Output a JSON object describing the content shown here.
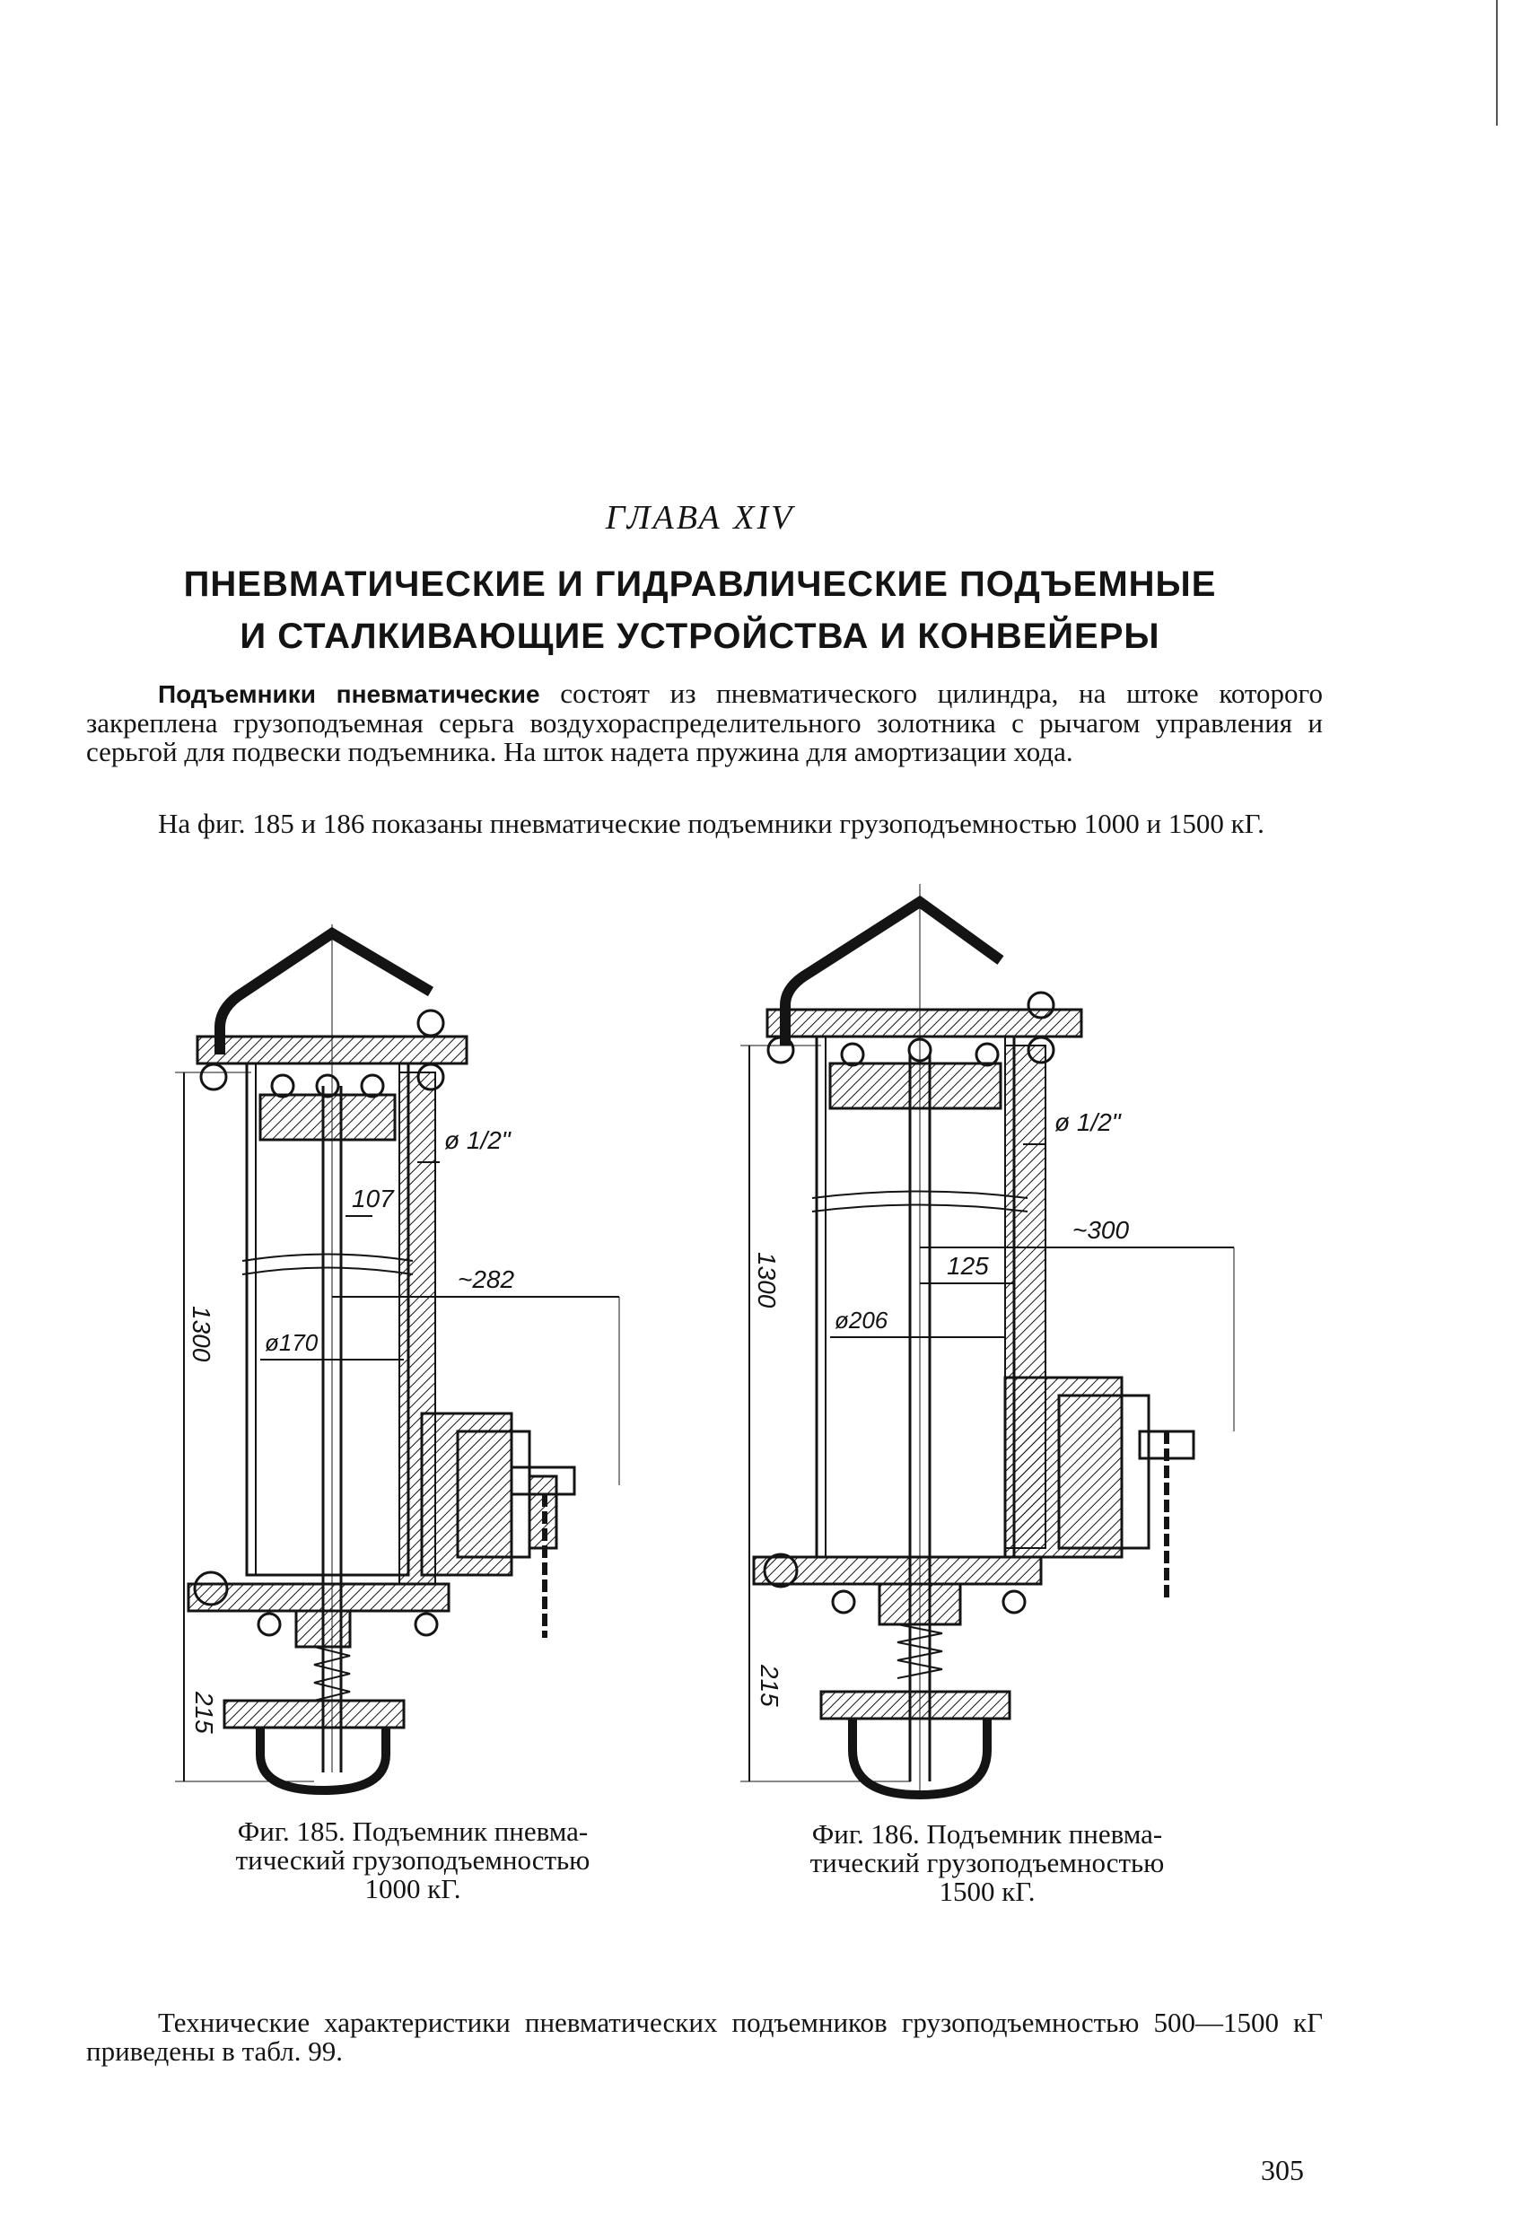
{
  "chapter": "ГЛАВА XIV",
  "title_line1": "ПНЕВМАТИЧЕСКИЕ И ГИДРАВЛИЧЕСКИЕ ПОДЪЕМНЫЕ",
  "title_line2": "И СТАЛКИВАЮЩИЕ УСТРОЙСТВА И КОНВЕЙЕРЫ",
  "paragraph1_lead": "Подъемники пневматические",
  "paragraph1_rest": " состоят из пневматического цилиндра, на штоке которого закреплена грузоподъемная серьга воздухораспределительного золотника с рычагом управления и серьгой для подвески подъемника. На шток надета пружина для амортизации хода.",
  "paragraph2": "На фиг. 185 и 186 показаны пневматические подъемники грузоподъемностью 1000 и 1500 кГ.",
  "figure185": {
    "dim_height": "1300",
    "dim_lower": "215",
    "dim_pipe": "ø 1/2\"",
    "dim_rod": "107",
    "dim_bore": "ø170",
    "dim_reach": "~282",
    "caption_line1": "Фиг. 185. Подъемник пневма-",
    "caption_line2": "тический грузоподъемностью",
    "caption_line3": "1000 кГ."
  },
  "figure186": {
    "dim_height": "1300",
    "dim_lower": "215",
    "dim_pipe": "ø 1/2\"",
    "dim_rod": "125",
    "dim_bore": "ø206",
    "dim_reach": "~300",
    "caption_line1": "Фиг. 186. Подъемник пневма-",
    "caption_line2": "тический грузоподъемностью",
    "caption_line3": "1500 кГ."
  },
  "paragraph3": "Технические характеристики пневматических подъемников грузоподъемностью 500—1500 кГ приведены в табл. 99.",
  "page_number": "305"
}
